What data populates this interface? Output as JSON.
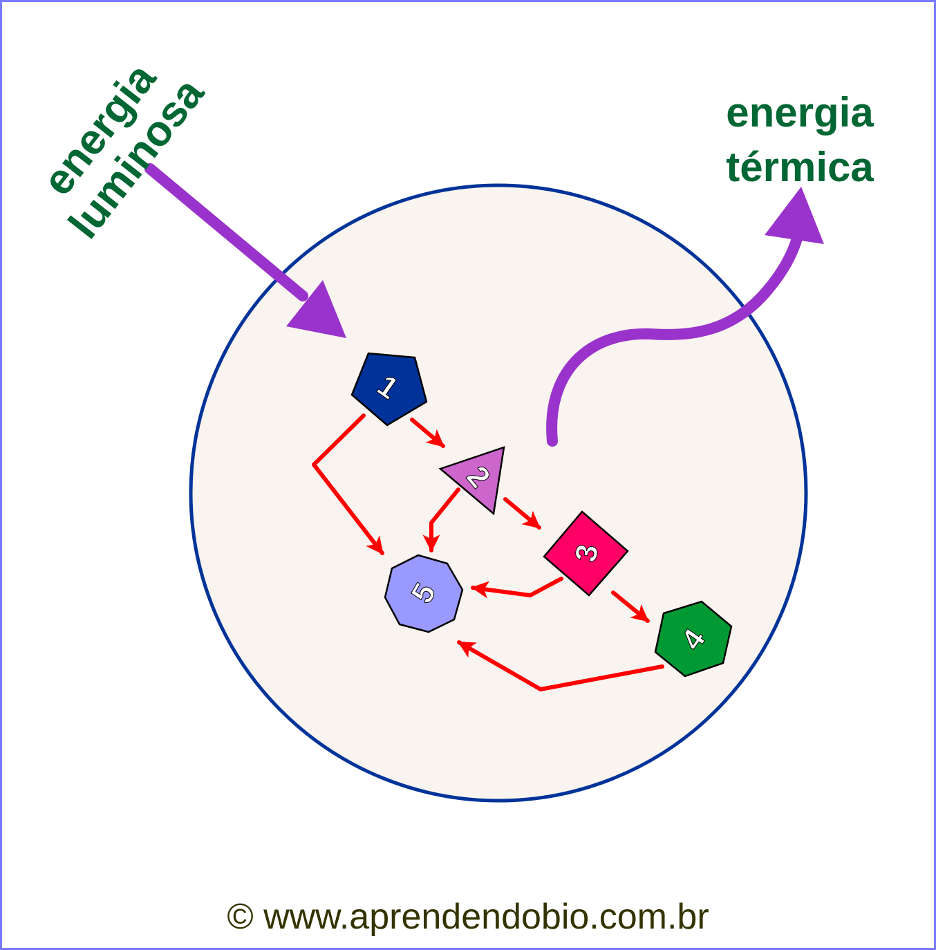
{
  "diagram": {
    "labels": {
      "light_energy_line1": "energia",
      "light_energy_line2": "luminosa",
      "thermal_energy_line1": "energia",
      "thermal_energy_line2": "térmica"
    },
    "nodes": [
      {
        "id": "1",
        "label": "1",
        "shape": "pentagon",
        "color": "#003399"
      },
      {
        "id": "2",
        "label": "2",
        "shape": "triangle",
        "color": "#cc66cc"
      },
      {
        "id": "3",
        "label": "3",
        "shape": "diamond",
        "color": "#ff0066"
      },
      {
        "id": "4",
        "label": "4",
        "shape": "hexagon",
        "color": "#009933"
      },
      {
        "id": "5",
        "label": "5",
        "shape": "octagon",
        "color": "#9999ff"
      }
    ],
    "edges": [
      {
        "from": "1",
        "to": "2"
      },
      {
        "from": "1",
        "to": "5"
      },
      {
        "from": "2",
        "to": "3"
      },
      {
        "from": "2",
        "to": "5"
      },
      {
        "from": "3",
        "to": "4"
      },
      {
        "from": "3",
        "to": "5"
      },
      {
        "from": "4",
        "to": "5"
      }
    ],
    "colors": {
      "cell_fill": "#f9f4f0",
      "cell_border": "#003399",
      "energy_arrow": "#9933cc",
      "reaction_arrow": "#ff0000",
      "label_text": "#006633",
      "frame_border": "#7b7bff",
      "credit_text": "#333300"
    },
    "credit": "© www.aprendendobio.com.br"
  }
}
